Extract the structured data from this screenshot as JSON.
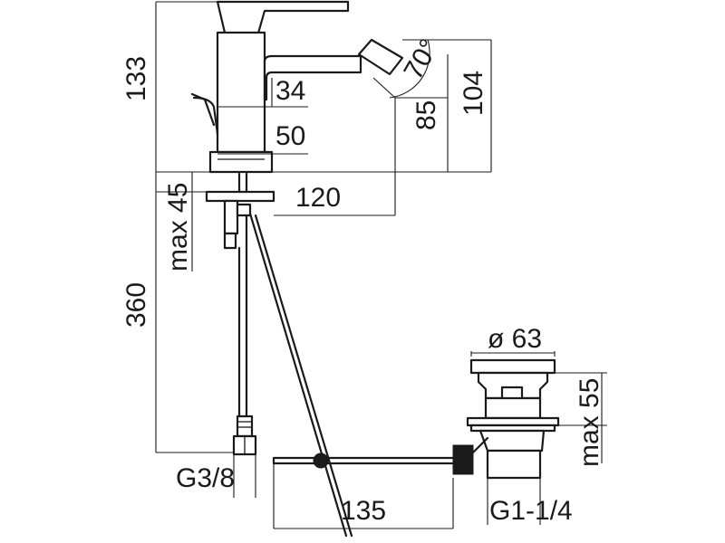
{
  "dimensions": {
    "total_height": "133",
    "spout_height": "104",
    "outlet_height": "85",
    "angle": "70°",
    "body_width": "34",
    "base_width": "50",
    "reach": "120",
    "deck_thickness": "max 45",
    "hose_length": "360",
    "hose_thread": "G3/8",
    "waste_diameter": "ø 63",
    "waste_height": "max 55",
    "rod_length": "135",
    "waste_thread": "G1-1/4"
  }
}
